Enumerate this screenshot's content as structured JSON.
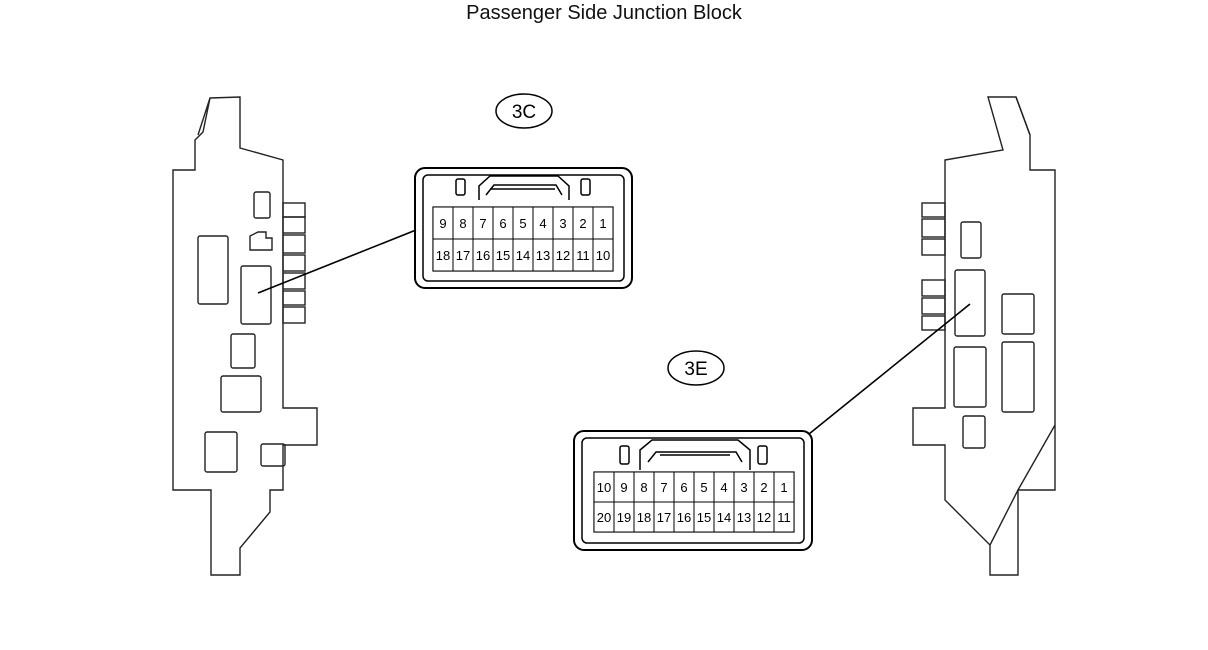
{
  "diagram": {
    "title": "Passenger Side Junction Block",
    "connectors": [
      {
        "label": "3C",
        "top_row": [
          "9",
          "8",
          "7",
          "6",
          "5",
          "4",
          "3",
          "2",
          "1"
        ],
        "bottom_row": [
          "18",
          "17",
          "16",
          "15",
          "14",
          "13",
          "12",
          "11",
          "10"
        ]
      },
      {
        "label": "3E",
        "top_row": [
          "10",
          "9",
          "8",
          "7",
          "6",
          "5",
          "4",
          "3",
          "2",
          "1"
        ],
        "bottom_row": [
          "20",
          "19",
          "18",
          "17",
          "16",
          "15",
          "14",
          "13",
          "12",
          "11"
        ]
      }
    ]
  }
}
